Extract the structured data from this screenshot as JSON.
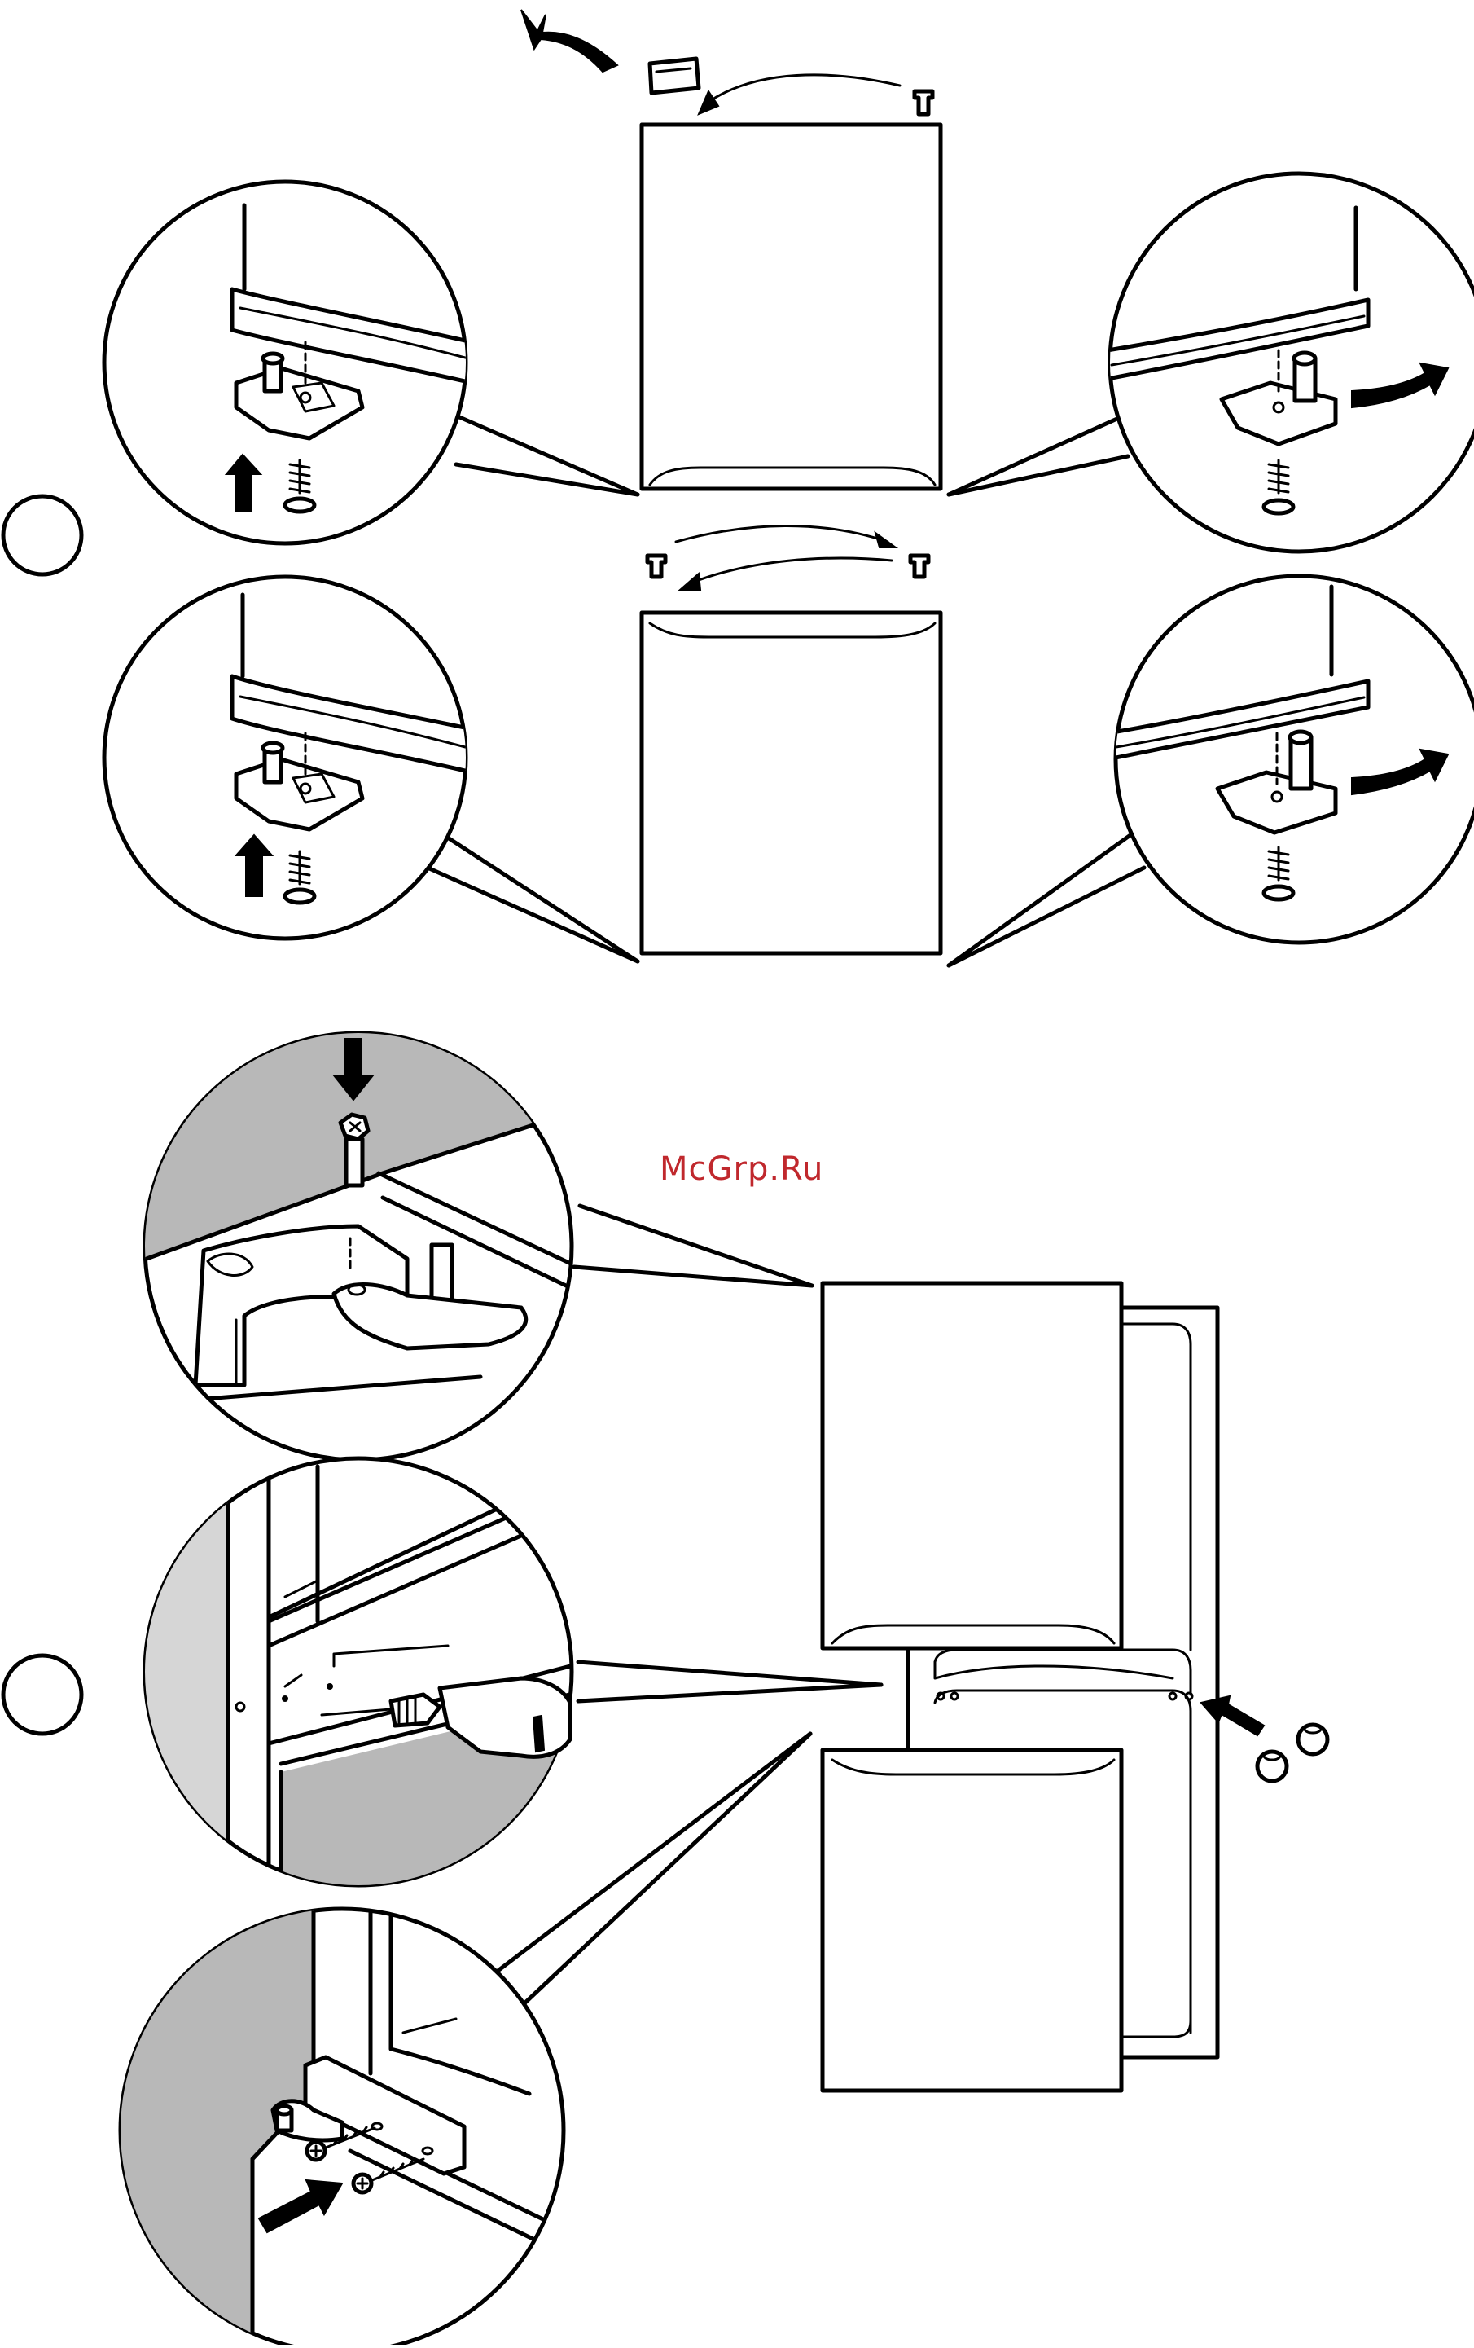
{
  "watermark": {
    "text": "McGrp.Ru",
    "color": "#c0282d"
  },
  "diagram": {
    "step_markers": [
      "step-circle-upper",
      "step-circle-lower"
    ],
    "icons": [
      "curved-arrow-icon",
      "hinge-cap-icon",
      "screw-icon",
      "hinge-pin-icon",
      "up-arrow-icon",
      "down-arrow-icon",
      "drill-icon",
      "bolt-icon",
      "cover-cap-icon"
    ],
    "colors": {
      "line": "#000000",
      "shade": "#b8b8b8",
      "light_shade": "#d6d6d6",
      "background": "#ffffff"
    }
  }
}
